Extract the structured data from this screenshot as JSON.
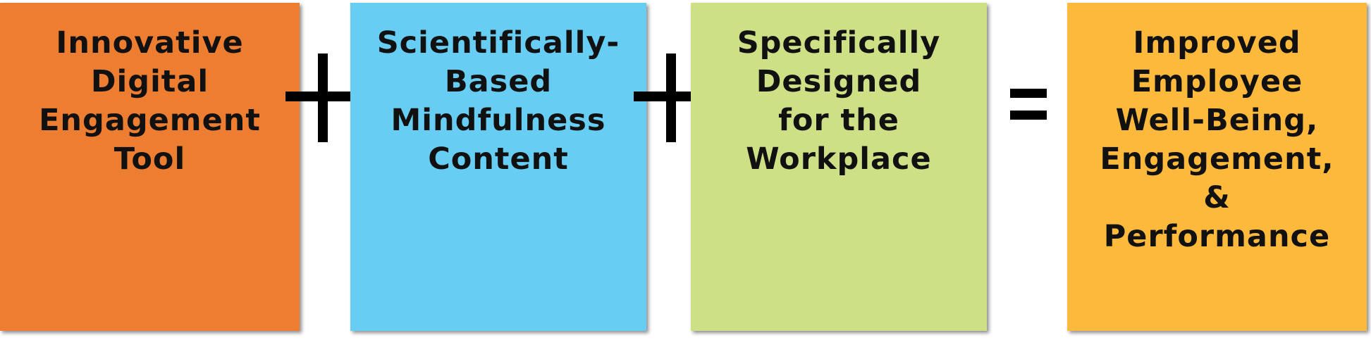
{
  "boxes": [
    {
      "text": "Innovative\nDigital\nEngagement\nTool",
      "color": "#ED7D31"
    },
    {
      "text": "Scientifically-\nBased\nMindfulness\nContent",
      "color": "#67CDF2"
    },
    {
      "text": "Specifically\nDesigned\nfor the\nWorkplace",
      "color": "#CDE085"
    },
    {
      "text": "Improved\nEmployee\nWell-Being,\nEngagement,\n&\nPerformance",
      "color": "#FDB93C"
    }
  ],
  "operators": [
    "plus",
    "plus",
    "equals"
  ]
}
